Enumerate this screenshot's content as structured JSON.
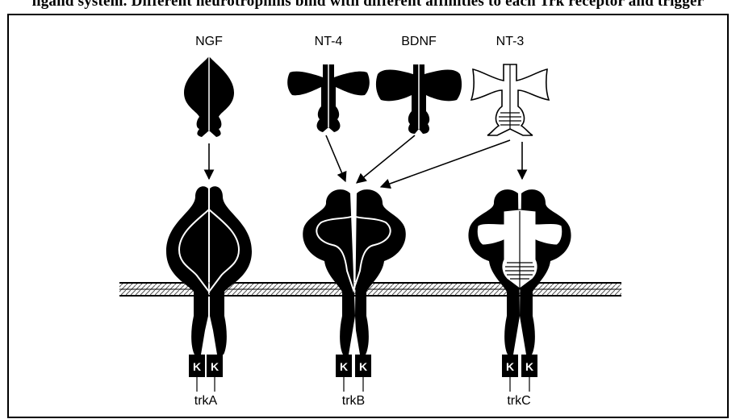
{
  "caption": "ligand system. Different neurotrophins bind with different affinities to each Trk receptor and trigger",
  "ligands": [
    {
      "id": "ngf",
      "label": "NGF"
    },
    {
      "id": "nt4",
      "label": "NT-4"
    },
    {
      "id": "bdnf",
      "label": "BDNF"
    },
    {
      "id": "nt3",
      "label": "NT-3"
    }
  ],
  "receptors": [
    {
      "id": "trka",
      "label": "trkA",
      "kinase_labels": [
        "K",
        "K"
      ]
    },
    {
      "id": "trkb",
      "label": "trkB",
      "kinase_labels": [
        "K",
        "K"
      ]
    },
    {
      "id": "trkc",
      "label": "trkC",
      "kinase_labels": [
        "K",
        "K"
      ]
    }
  ],
  "colors": {
    "ink": "#000000",
    "paper": "#ffffff",
    "membrane": "#8a8a8a"
  }
}
